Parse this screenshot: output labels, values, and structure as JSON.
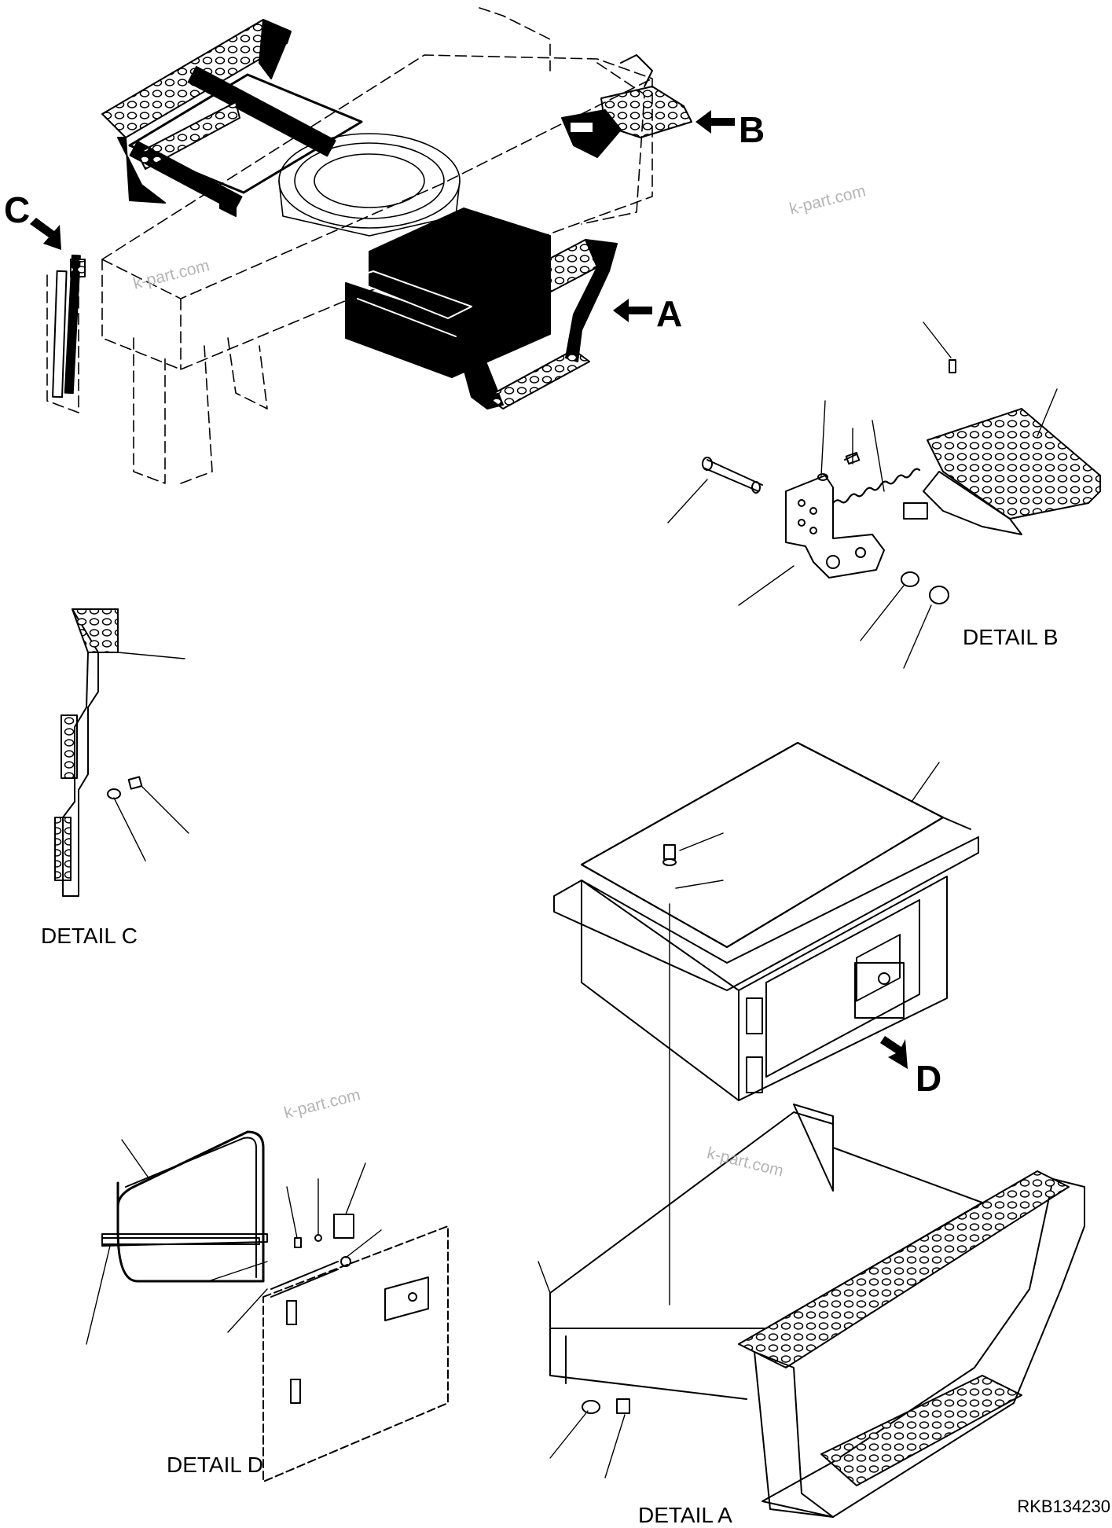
{
  "callouts": {
    "a": "A",
    "b": "B",
    "c": "C",
    "d": "D"
  },
  "details": {
    "a": "DETAIL A",
    "b": "DETAIL B",
    "c": "DETAIL C",
    "d": "DETAIL D"
  },
  "watermarks": [
    "k-part.com",
    "k-part.com",
    "k-part.com",
    "k-part.com"
  ],
  "drawing_code": "RKB134230",
  "colors": {
    "ink": "#000000",
    "watermark": "#b5b5b5",
    "paper": "#ffffff"
  }
}
